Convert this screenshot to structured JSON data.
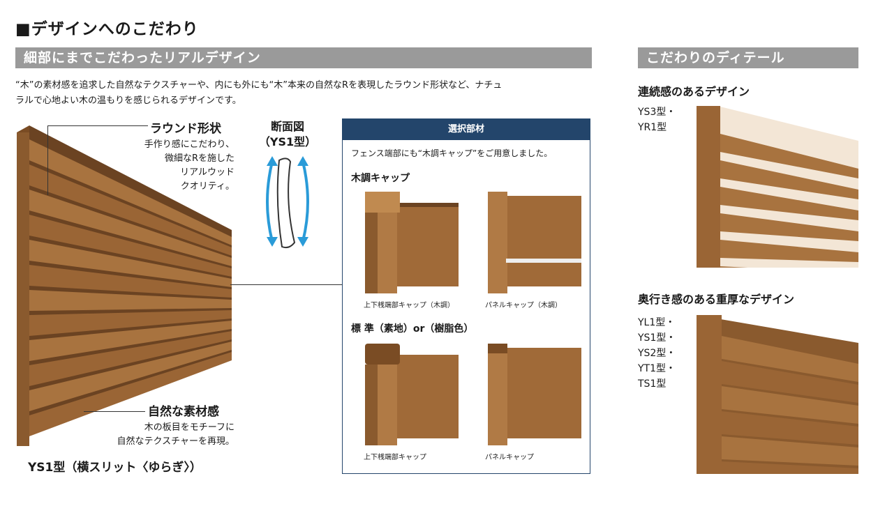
{
  "heading": "■デザインへのこだわり",
  "band_left": "細部にまでこだわったリアルデザイン",
  "band_right": "こだわりのディテール",
  "intro_line1": "“木”の素材感を追求した自然なテクスチャーや、内にも外にも“木”本来の自然なRを表現したラウンド形状など、ナチュ",
  "intro_line2": "ラルで心地よい木の温もりを感じられるデザインです。",
  "callout_round": {
    "title": "ラウンド形状",
    "lines": [
      "手作り感にこだわり、",
      "微細なRを施した",
      "リアルウッド",
      "クオリティ。"
    ]
  },
  "section_view": {
    "title": "断面図",
    "sub": "（YS1型）"
  },
  "callout_natural": {
    "title": "自然な素材感",
    "lines": [
      "木の板目をモチーフに",
      "自然なテクスチャーを再現。"
    ]
  },
  "main_caption": "YS1型（横スリット〈ゆらぎ〉）",
  "options_box": {
    "header": "選択部材",
    "text": "フェンス端部にも“木調キャップ”をご用意しました。",
    "wood_cap": "木調キャップ",
    "wood_label1": "上下桟端部キャップ（木調）",
    "wood_label2": "パネルキャップ（木調）",
    "standard": "標 準（素地）or（樹脂色）",
    "std_label1": "上下桟端部キャップ",
    "std_label2": "パネルキャップ"
  },
  "detail1": {
    "title": "連続感のあるデザイン",
    "models": [
      "YS3型・",
      "YR1型"
    ]
  },
  "detail2": {
    "title": "奥行き感のある重厚なデザイン",
    "models": [
      "YL1型・",
      "YS1型・",
      "YS2型・",
      "YT1型・",
      "TS1型"
    ]
  },
  "colors": {
    "band": "#9a9a9a",
    "navy": "#23456b",
    "wood": "#8a5a2e",
    "wood_light": "#b07a45",
    "arrow": "#2a9bd8"
  }
}
